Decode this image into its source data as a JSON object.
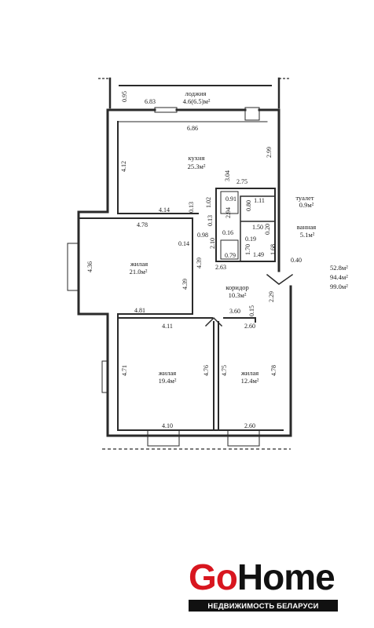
{
  "rooms": [
    {
      "key": "loggia",
      "name": "лоджия",
      "area": "4.6(6.5)м²"
    },
    {
      "key": "kitchen",
      "name": "кухня",
      "area": "25.3м²"
    },
    {
      "key": "toilet",
      "name": "туалет",
      "area": "0.9м²"
    },
    {
      "key": "bath",
      "name": "ванная",
      "area": "5.1м²"
    },
    {
      "key": "living1",
      "name": "жилая",
      "area": "21.0м²"
    },
    {
      "key": "corridor",
      "name": "коридор",
      "area": "10.3м²"
    },
    {
      "key": "living2",
      "name": "жилая",
      "area": "19.4м²"
    },
    {
      "key": "living3",
      "name": "жилая",
      "area": "12.4м²"
    }
  ],
  "totals": [
    "52.8м²",
    "94.4м²",
    "99.0м²"
  ],
  "dimensions": {
    "d095": "0.95",
    "d683": "6.83",
    "d686": "6.86",
    "d412": "4.12",
    "d299": "2.99",
    "d304": "3.04",
    "d275": "2.75",
    "d091": "0.91",
    "d080": "0.80",
    "d111": "1.11",
    "d102": "1.02",
    "d294": "2.94",
    "d013a": "0.13",
    "d414": "4.14",
    "d013b": "0.13",
    "d150": "1.50",
    "d020": "0.20",
    "d478a": "4.78",
    "d098": "0.98",
    "d210": "2.10",
    "d016": "0.16",
    "d019": "0.19",
    "d014": "0.14",
    "d439a": "4.39",
    "d079": "0.79",
    "d170": "1.70",
    "d149": "1.49",
    "d168": "1.68",
    "d263": "2.63",
    "d436": "4.36",
    "d040": "0.40",
    "d439b": "4.39",
    "d229": "2.29",
    "d015": "0.15",
    "d360": "3.60",
    "d481": "4.81",
    "d411": "4.11",
    "d260a": "2.60",
    "d471": "4.71",
    "d476": "4.76",
    "d475": "4.75",
    "d478b": "4.78",
    "d410": "4.10",
    "d260b": "2.60"
  },
  "logo": {
    "brand_go": "Go",
    "brand_home": "Home",
    "tagline": "НЕДВИЖИМОСТЬ БЕЛАРУСИ"
  }
}
